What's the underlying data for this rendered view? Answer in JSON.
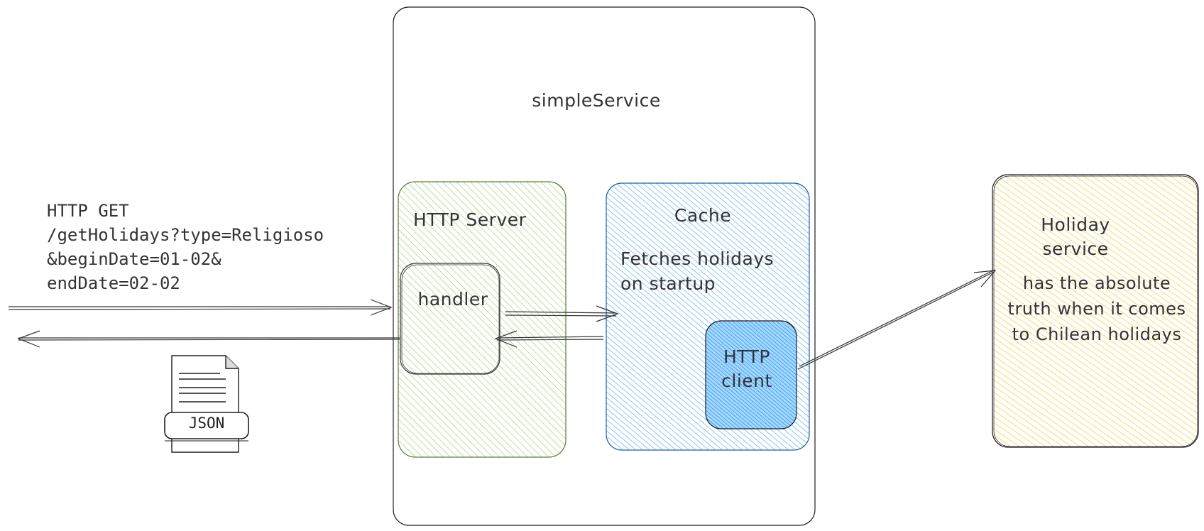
{
  "request": {
    "line1": "HTTP GET",
    "line2": "/getHolidays?type=Religioso",
    "line3": "&beginDate=01-02&",
    "line4": "endDate=02-02"
  },
  "json_doc": {
    "label": "JSON",
    "icon": "document-icon"
  },
  "simple_service": {
    "title": "simpleService"
  },
  "http_server": {
    "title": "HTTP Server",
    "color": "#b2f2bb",
    "stroke": "#4a7a2a"
  },
  "handler": {
    "title": "handler"
  },
  "cache": {
    "title": "Cache",
    "description_line1": "Fetches holidays",
    "description_line2": "on startup",
    "color": "#a5d8ff",
    "stroke": "#1971c2"
  },
  "http_client": {
    "title_line1": "HTTP",
    "title_line2": "client",
    "color": "#74c0fc"
  },
  "holiday_service": {
    "title_line1": "Holiday",
    "title_line2": "service",
    "desc_line1": "has the absolute",
    "desc_line2": "truth when it comes",
    "desc_line3": "to Chilean holidays",
    "color": "#ffec99",
    "stroke": "#e8a300"
  }
}
